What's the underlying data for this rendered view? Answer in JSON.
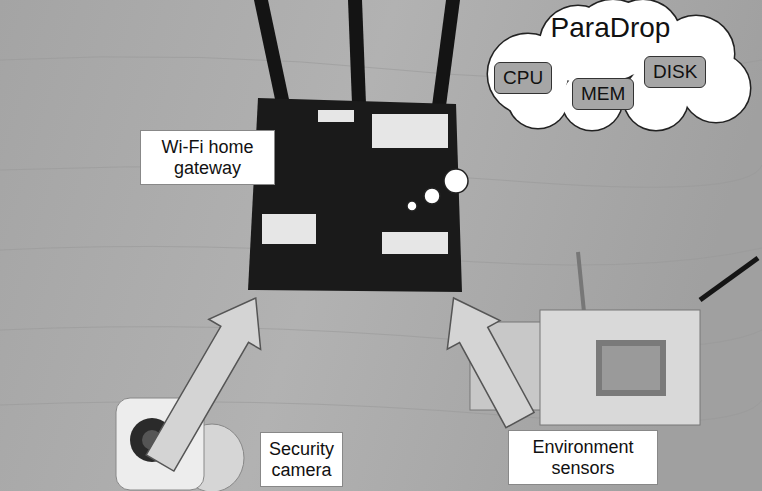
{
  "diagram": {
    "nodes": [
      {
        "text": [
          "ParaDrop"
        ]
      },
      {
        "text": [
          "CPU"
        ],
        "in": 0
      },
      {
        "text": [
          "MEM"
        ],
        "in": 0
      },
      {
        "text": [
          "DISK"
        ],
        "in": 0
      },
      {
        "text": [
          "Wi-Fi home gateway"
        ]
      },
      {
        "text": [
          "Security camera"
        ]
      },
      {
        "text": [
          "Environment sensors"
        ]
      }
    ],
    "edges": [
      {
        "from": 5,
        "to": 4,
        "arrow": "to"
      },
      {
        "from": 6,
        "to": 4,
        "arrow": "to"
      }
    ]
  }
}
